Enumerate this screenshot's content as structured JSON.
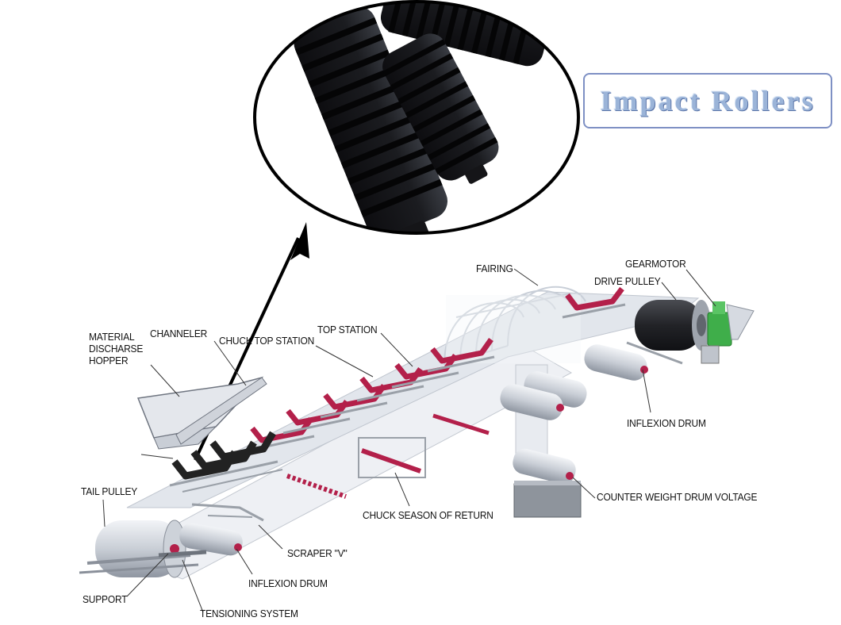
{
  "title": "Impact Rollers",
  "labels": {
    "fairing": "FAIRING",
    "gearmotor": "GEARMOTOR",
    "drive_pulley": "DRIVE PULLEY",
    "material_discharge_hopper": "MATERIAL\nDISCHARSE\nHOPPER",
    "channeler": "CHANNELER",
    "chuck_top_station": "CHUCK TOP STATION",
    "top_station": "TOP STATION",
    "inflexion_drum_right": "INFLEXION DRUM",
    "tail_pulley": "TAIL PULLEY",
    "counter_weight": "COUNTER WEIGHT DRUM VOLTAGE",
    "chuck_season_return": "CHUCK SEASON OF RETURN",
    "scraper_v": "SCRAPER \"V\"",
    "inflexion_drum_left": "INFLEXION DRUM",
    "support": "SUPPORT",
    "tensioning_system": "TENSIONING SYSTEM"
  },
  "colors": {
    "roller_red": "#b3204a",
    "frame_grey": "#9aa0a8",
    "belt": "#dfe3ea",
    "gearmotor_green": "#3fae4a",
    "drive_pulley": "#2a2a2e",
    "title_border": "#7e90c4",
    "title_text": "#9bb4d8"
  }
}
